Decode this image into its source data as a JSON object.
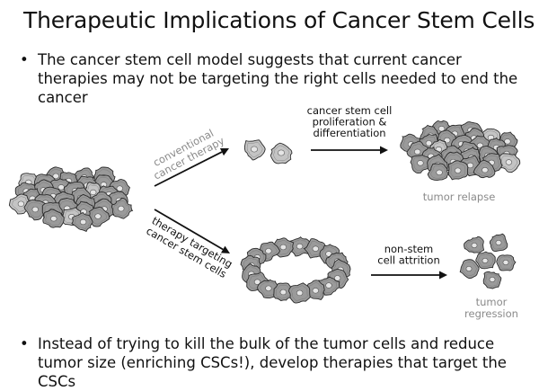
{
  "slide": {
    "title": "Therapeutic Implications of Cancer Stem Cells",
    "bullet_symbol": "•",
    "bullets": [
      "The cancer stem cell model suggests that current cancer therapies may not be targeting the right cells needed to end the cancer",
      "Instead of trying to kill the bulk of the tumor cells and reduce tumor size (enriching CSCs!), develop therapies that target the CSCs"
    ]
  },
  "diagram": {
    "conventional_label": [
      "conventional",
      "cancer therapy"
    ],
    "targeted_label": [
      "therapy targeting",
      "cancer stem cells"
    ],
    "relapse_arrow_label": [
      "cancer stem cell",
      "proliferation &",
      "differentiation"
    ],
    "regression_arrow_label": [
      "non-stem",
      "cell attrition"
    ],
    "relapse_caption": [
      "tumor relapse"
    ],
    "regression_caption": [
      "tumor",
      "regression"
    ],
    "colors": {
      "cell_fill": "#9a9a9a",
      "cell_stroke": "#2a2a2a",
      "nucleus": "#e6e6e6",
      "stem_cell_fill": "#c4c4c4",
      "label_gray": "#8a8a8a",
      "text_dark": "#111111"
    }
  }
}
